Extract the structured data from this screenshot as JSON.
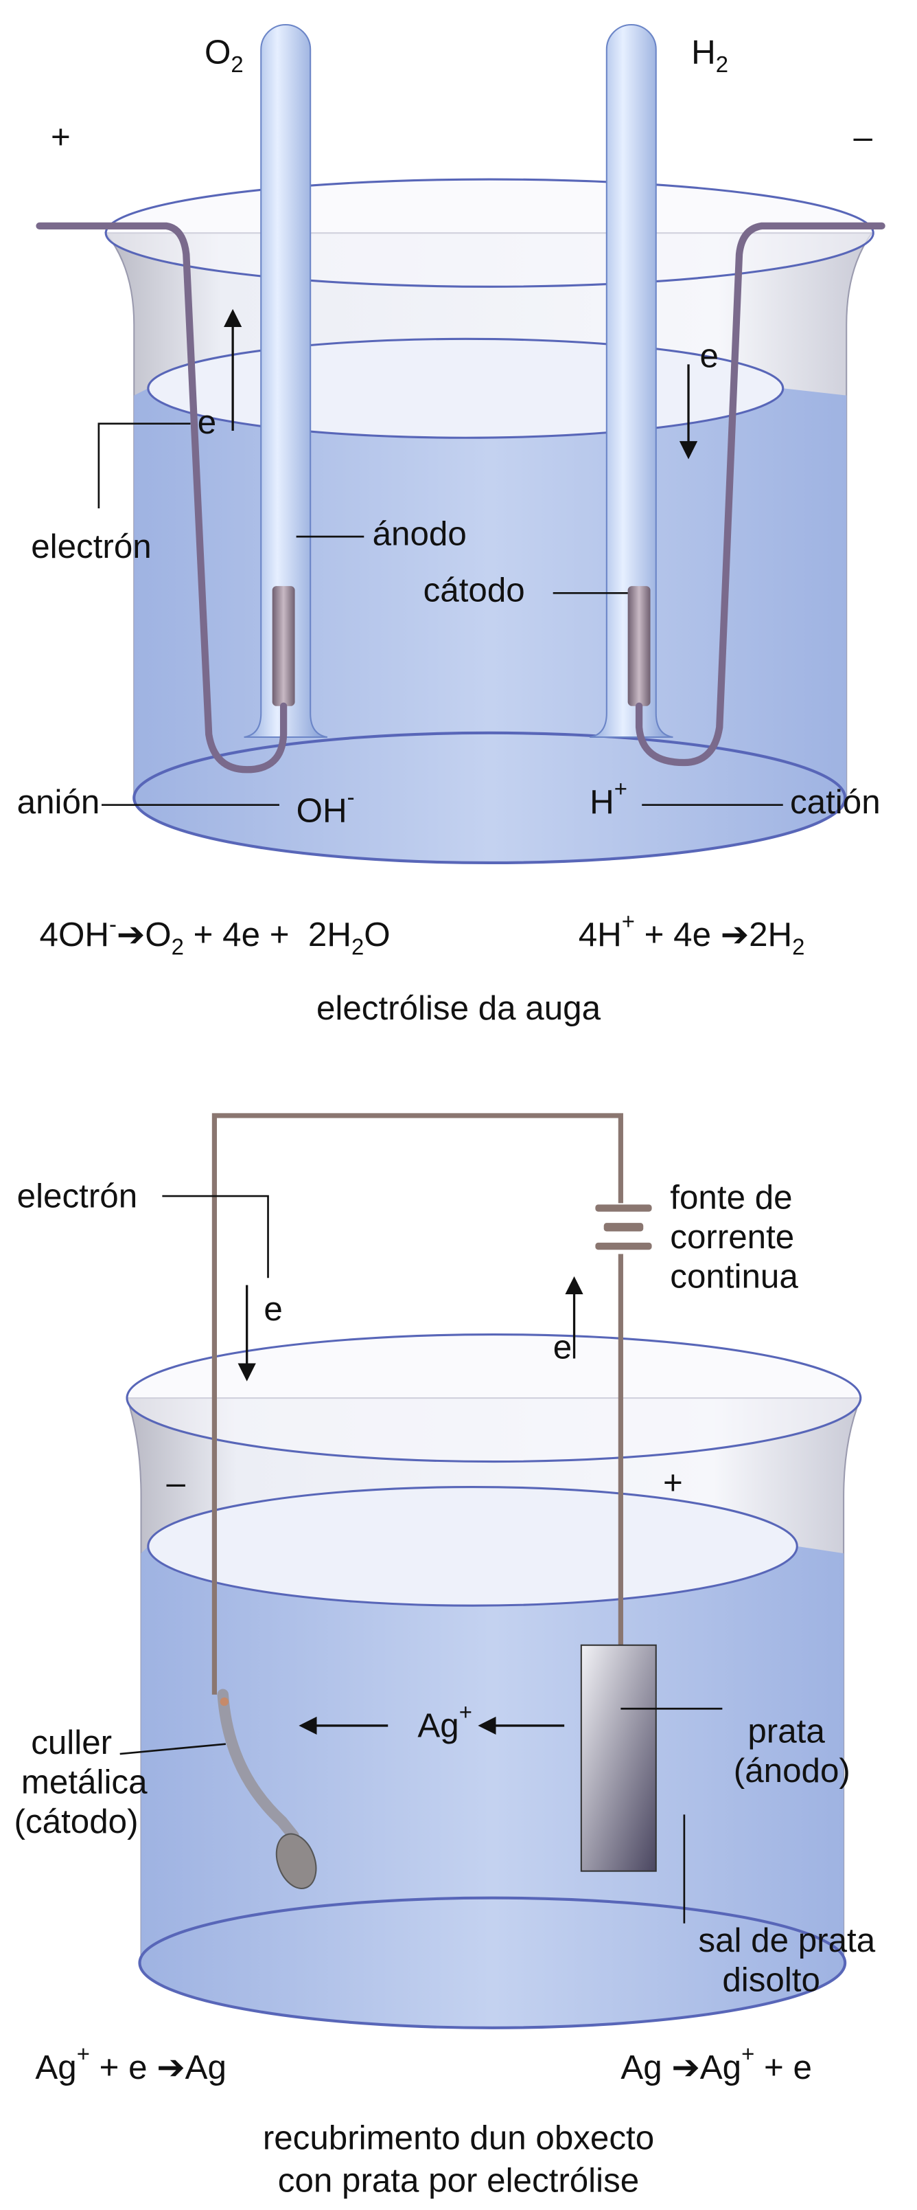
{
  "top_diagram": {
    "gas_left": {
      "base": "O",
      "sub": "2"
    },
    "gas_right": {
      "base": "H",
      "sub": "2"
    },
    "plus_sign": "+",
    "minus_sign": "–",
    "electron_symbol": "e",
    "electron_label": "electrón",
    "anode_label": "ánodo",
    "cathode_label": "cátodo",
    "anion_label": "anión",
    "anion_formula": {
      "base": "OH",
      "sup": "-"
    },
    "cation_formula": {
      "base": "H",
      "sup": "+"
    },
    "cation_label": "catión",
    "equation_left": {
      "p1": "4OH",
      "sup": "-",
      "arrow": "➔",
      "p2": "O",
      "sub1": "2",
      "p3": " + 4e +  2H",
      "sub2": "2",
      "p4": "O"
    },
    "equation_right": {
      "p1": "4H",
      "sup": "+",
      "p2": " + 4e ",
      "arrow": "➔",
      "p3": "2H",
      "sub": "2"
    },
    "caption": "electrólise da auga"
  },
  "bottom_diagram": {
    "electron_label": "electrón",
    "electron_symbol": "e",
    "source_label": [
      "fonte de",
      "corrente",
      "continua"
    ],
    "minus_sign": "–",
    "plus_sign": "+",
    "ion": {
      "base": "Ag",
      "sup": "+"
    },
    "anode_label": [
      "prata",
      "(ánodo)"
    ],
    "cathode_label": [
      "culler",
      "metálica",
      "(cátodo)"
    ],
    "salt_label": [
      "sal de prata",
      "disolto"
    ],
    "equation_left": {
      "p1": "Ag",
      "sup": "+",
      "p2": " + e ",
      "arrow": "➔",
      "p3": "Ag"
    },
    "equation_right": {
      "p1": "Ag ",
      "arrow": "➔",
      "p2": "Ag",
      "sup": "+",
      "p3": " + e"
    },
    "caption": [
      "recubrimento dun obxecto",
      "con prata por electrólise"
    ]
  },
  "colors": {
    "water": "#a9bde6",
    "rim": "#5866b8",
    "wire": "#7a6a8c"
  }
}
